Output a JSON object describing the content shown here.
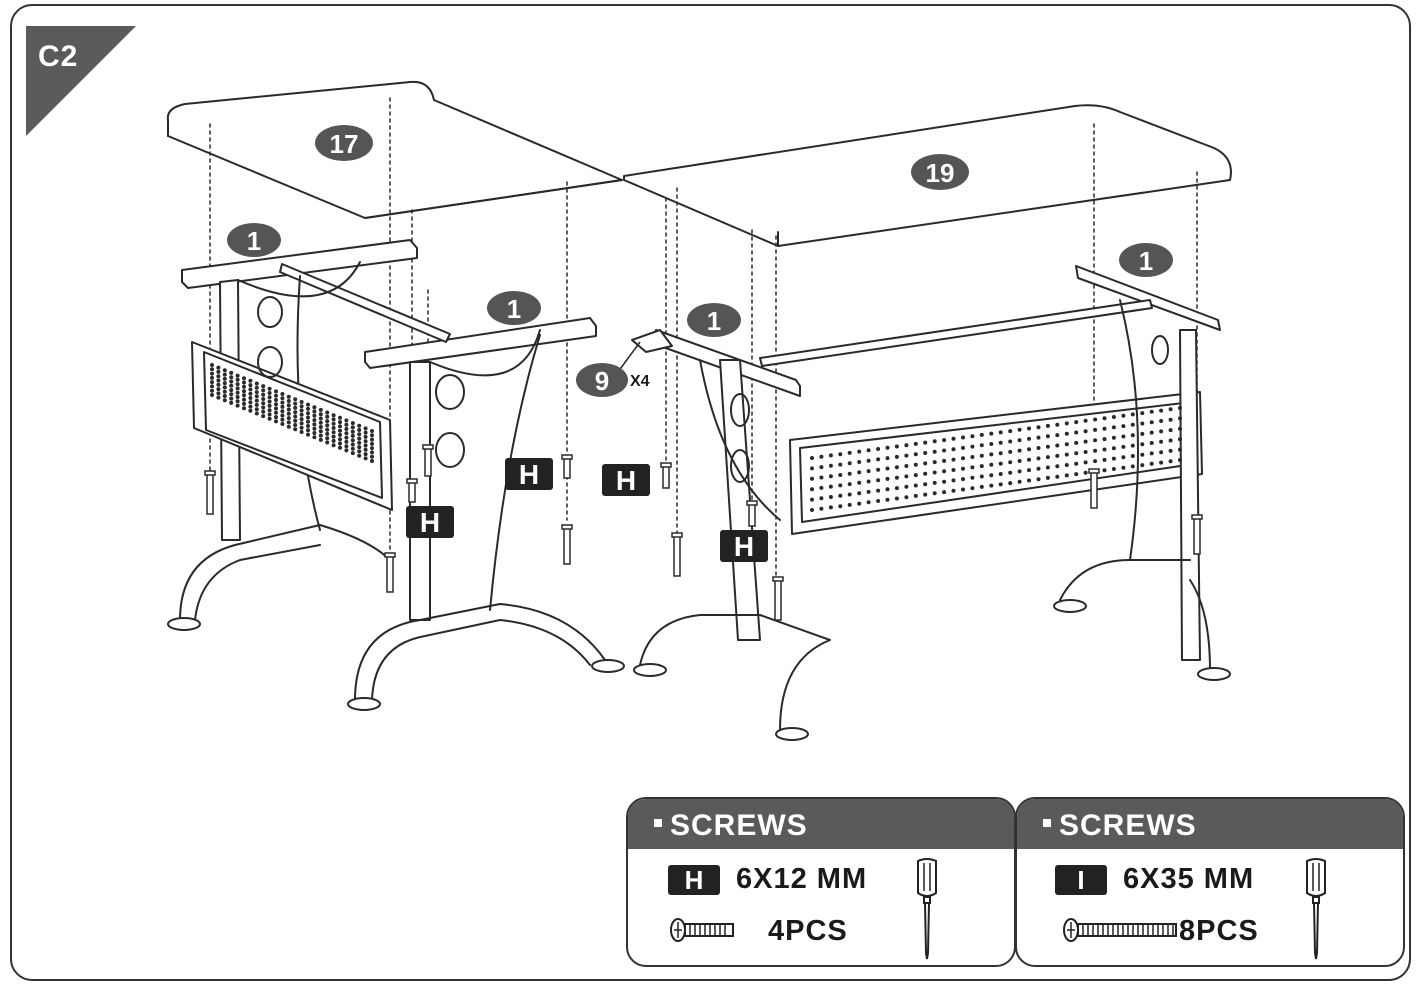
{
  "step": {
    "label": "C2"
  },
  "parts": {
    "top_left": "17",
    "top_right": "19",
    "bracket": "1",
    "connector": "9",
    "connector_qty": "X4",
    "screw_code": "H"
  },
  "screws_panels": [
    {
      "header": "SCREWS",
      "code": "H",
      "size": "6X12 MM",
      "quantity": "4PCS"
    },
    {
      "header": "SCREWS",
      "code": "I",
      "size": "6X35 MM",
      "quantity": "8PCS"
    }
  ],
  "colors": {
    "line": "#2a2a2a",
    "badge_dark": "#222222",
    "badge_oval": "#555555",
    "panel_header": "#5a5a5a"
  },
  "icons": [
    "screwdriver-icon",
    "short-screw-icon",
    "long-screw-icon"
  ]
}
